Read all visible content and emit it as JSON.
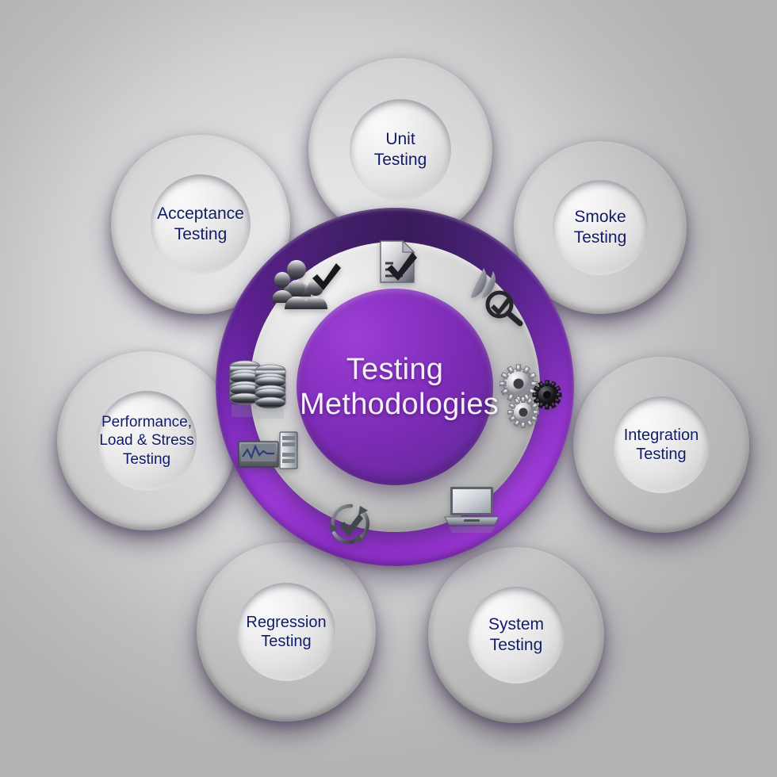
{
  "diagram": {
    "title": "Testing Methodologies",
    "center": {
      "label_line1": "Testing",
      "label_line2": "Methodologies",
      "text_color": "#f4f0fa",
      "fill_color": "#7b2bb4"
    },
    "background_color": "#d2d2d3",
    "accent_color": "#7b2bb4",
    "node_label_color": "#101a66",
    "nodes": [
      {
        "id": "unit",
        "label_line1": "Unit",
        "label_line2": "Testing",
        "label_line3": "",
        "position": "top"
      },
      {
        "id": "smoke",
        "label_line1": "Smoke",
        "label_line2": "Testing",
        "label_line3": "",
        "position": "top-right"
      },
      {
        "id": "integration",
        "label_line1": "Integration",
        "label_line2": "Testing",
        "label_line3": "",
        "position": "right"
      },
      {
        "id": "system",
        "label_line1": "System",
        "label_line2": "Testing",
        "label_line3": "",
        "position": "bottom-right"
      },
      {
        "id": "regression",
        "label_line1": "Regression",
        "label_line2": "Testing",
        "label_line3": "",
        "position": "bottom-left"
      },
      {
        "id": "performance",
        "label_line1": "Performance,",
        "label_line2": "Load & Stress",
        "label_line3": "Testing",
        "position": "left"
      },
      {
        "id": "acceptance",
        "label_line1": "Acceptance",
        "label_line2": "Testing",
        "label_line3": "",
        "position": "top-left"
      }
    ],
    "hub_icons": [
      {
        "id": "users-check",
        "name": "users-group-check-icon",
        "meaning": "Acceptance Testing"
      },
      {
        "id": "document-check",
        "name": "document-check-icon",
        "meaning": "Unit Testing"
      },
      {
        "id": "smoke-magnifier",
        "name": "smoke-magnifier-check-icon",
        "meaning": "Smoke Testing"
      },
      {
        "id": "gears",
        "name": "gears-icon",
        "meaning": "Integration Testing"
      },
      {
        "id": "laptop",
        "name": "laptop-icon",
        "meaning": "System Testing"
      },
      {
        "id": "refresh-check",
        "name": "refresh-cycle-check-icon",
        "meaning": "Regression Testing"
      },
      {
        "id": "monitor-graph",
        "name": "performance-monitor-icon",
        "meaning": "Performance Testing"
      },
      {
        "id": "database-stack",
        "name": "database-stack-icon",
        "meaning": "Load & Stress Testing"
      }
    ]
  }
}
